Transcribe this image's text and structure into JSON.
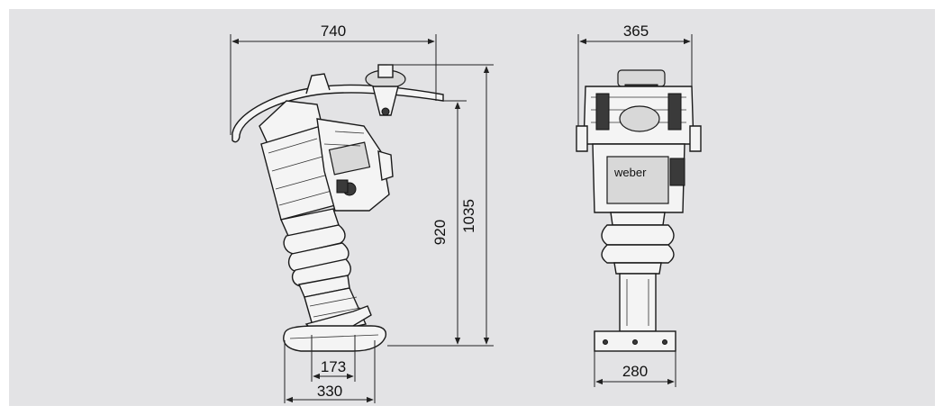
{
  "dimensions": {
    "side_width": "740",
    "front_width": "365",
    "height_total": "1035",
    "height_handle": "920",
    "foot_inner": "173",
    "foot_length": "330",
    "front_foot_width": "280"
  },
  "logo_text": "weber",
  "colors": {
    "panel_background": "#e3e3e5",
    "line": "#222222"
  }
}
